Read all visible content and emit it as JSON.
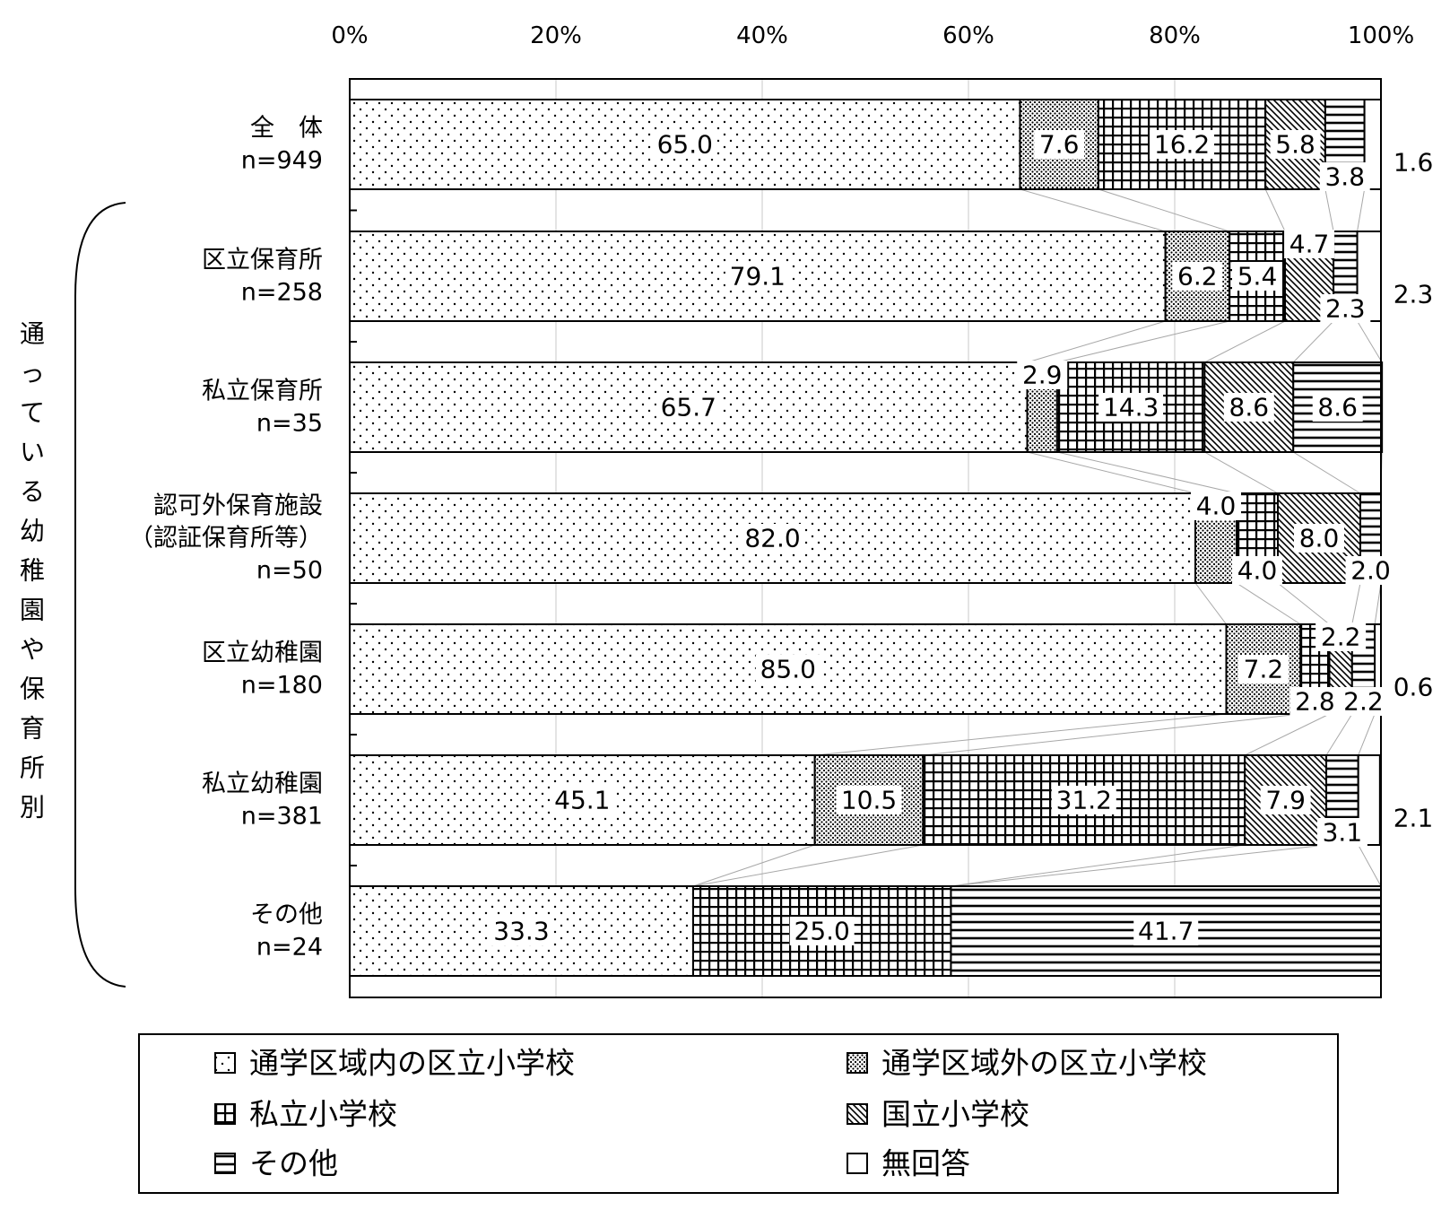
{
  "chart_data": {
    "type": "bar",
    "orientation": "horizontal",
    "stacked": true,
    "percent": true,
    "xlim": [
      0,
      100
    ],
    "ticks": [
      "0%",
      "20%",
      "40%",
      "60%",
      "80%",
      "100%"
    ],
    "tick_values": [
      0,
      20,
      40,
      60,
      80,
      100
    ],
    "grid": true,
    "legend_position": "bottom",
    "group_label": "通っている幼稚園や保育所別",
    "categories": [
      {
        "lines": [
          "全　体",
          "n=949"
        ]
      },
      {
        "lines": [
          "区立保育所",
          "n=258"
        ]
      },
      {
        "lines": [
          "私立保育所",
          "n=35"
        ]
      },
      {
        "lines": [
          "認可外保育施設",
          "（認証保育所等）",
          "n=50"
        ]
      },
      {
        "lines": [
          "区立幼稚園",
          "n=180"
        ]
      },
      {
        "lines": [
          "私立幼稚園",
          "n=381"
        ]
      },
      {
        "lines": [
          "その他",
          "n=24"
        ]
      }
    ],
    "series": [
      {
        "name": "通学区域内の区立小学校",
        "pattern": "dots-sparse",
        "values": [
          65.0,
          79.1,
          65.7,
          82.0,
          85.0,
          45.1,
          33.3
        ],
        "labels": [
          "65.0",
          "79.1",
          "65.7",
          "82.0",
          "85.0",
          "45.1",
          "33.3"
        ]
      },
      {
        "name": "通学区域外の区立小学校",
        "pattern": "dots-dense",
        "values": [
          7.6,
          6.2,
          2.9,
          4.0,
          7.2,
          10.5,
          0
        ],
        "labels": [
          "7.6",
          "6.2",
          "2.9",
          "4.0",
          "7.2",
          "10.5",
          ""
        ]
      },
      {
        "name": "私立小学校",
        "pattern": "grid",
        "values": [
          16.2,
          5.4,
          14.3,
          4.0,
          2.8,
          31.2,
          25.0
        ],
        "labels": [
          "16.2",
          "5.4",
          "14.3",
          "4.0",
          "2.8",
          "31.2",
          "25.0"
        ]
      },
      {
        "name": "国立小学校",
        "pattern": "diagonal",
        "values": [
          5.8,
          4.7,
          8.6,
          8.0,
          2.2,
          7.9,
          0
        ],
        "labels": [
          "5.8",
          "4.7",
          "8.6",
          "8.0",
          "2.2",
          "7.9",
          ""
        ]
      },
      {
        "name": "その他",
        "pattern": "horizontal-lines",
        "values": [
          3.8,
          2.3,
          8.6,
          2.0,
          2.2,
          3.1,
          41.7
        ],
        "labels": [
          "3.8",
          "2.3",
          "8.6",
          "2.0",
          "2.2",
          "3.1",
          "41.7"
        ]
      },
      {
        "name": "無回答",
        "pattern": "blank",
        "values": [
          1.6,
          2.3,
          0,
          0,
          0.6,
          2.1,
          0
        ],
        "labels": [
          "1.6",
          "2.3",
          "",
          "",
          "0.6",
          "2.1",
          ""
        ]
      }
    ]
  }
}
